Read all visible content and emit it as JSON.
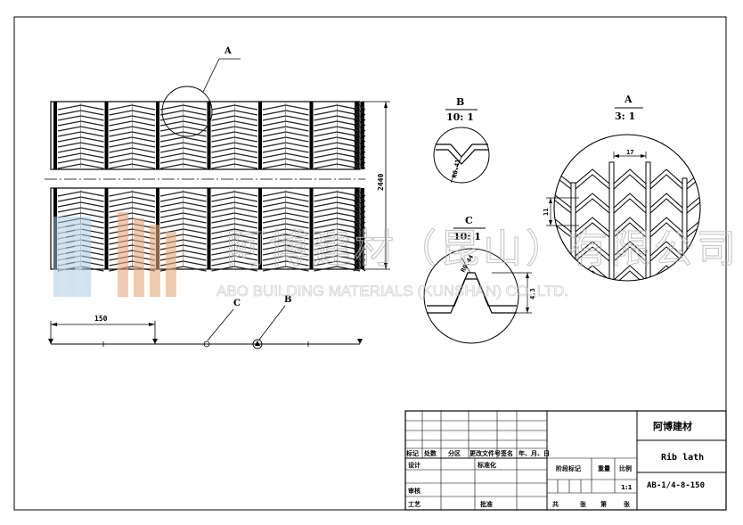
{
  "labels": {
    "callout_a": "A",
    "callout_b": "B",
    "callout_c": "C",
    "dim_150": "150",
    "dim_2440": "2440",
    "detail_b_label": "B",
    "detail_b_scale": "10: 1",
    "detail_b_dim": "R0.41",
    "detail_c_label": "C",
    "detail_c_scale": "10: 1",
    "detail_c_dim_radius": "R0.44",
    "detail_c_dim_height": "4.3",
    "detail_a_label": "A",
    "detail_a_scale": "3: 1",
    "detail_a_dim_width": "17",
    "detail_a_dim_height": "11"
  },
  "watermark": {
    "name_cn": "阿博建材（昆山）有限公司",
    "name_en": "ABO BUILDING MATERIALS (KUNSHAN) CO.,LTD."
  },
  "title_block": {
    "col_headers": [
      "标记",
      "处数",
      "分区",
      "更改文件号",
      "签名",
      "年、月、日"
    ],
    "row_design": "设计",
    "row_standard": "标准化",
    "row_review": "审核",
    "row_process": "工艺",
    "row_approve": "批准",
    "stage_mark": "阶段标记",
    "weight": "重量",
    "ratio": "比例",
    "ratio_value": "1:1",
    "sheet_total": "共",
    "sheet_word": "张",
    "sheet_no": "第",
    "sheet_word2": "张",
    "company": "阿博建材",
    "drawing_name": "Rib lath",
    "drawing_no": "AB-1/4-8-150"
  },
  "colors": {
    "line": "#000000",
    "hatch": "#333333",
    "watermark_blue": "#a9c9e0",
    "watermark_orange": "#e6a87a",
    "watermark_text": "#c9c9c9"
  }
}
